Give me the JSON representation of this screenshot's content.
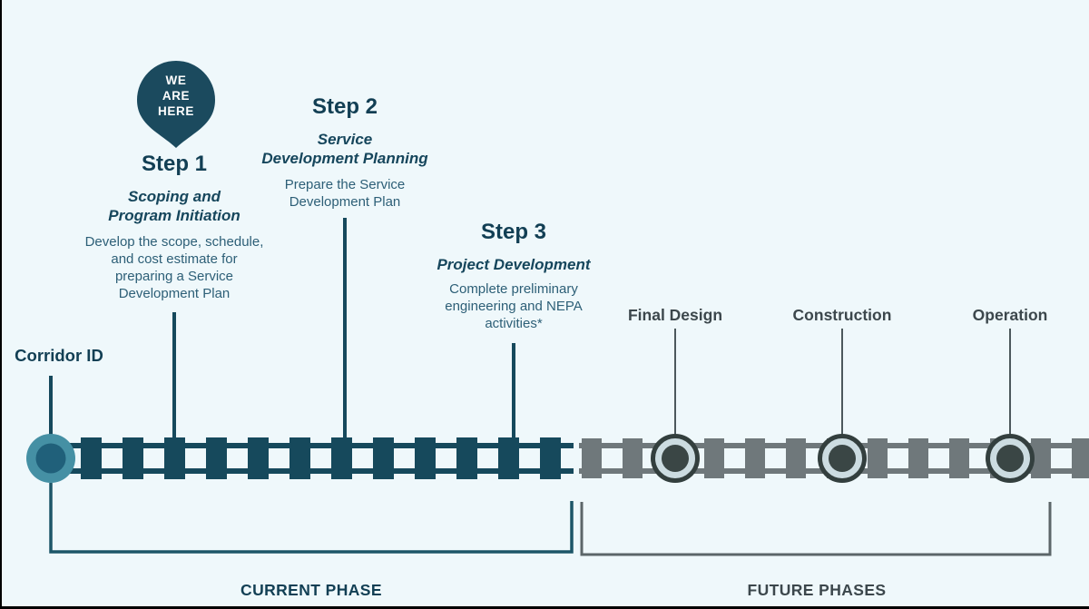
{
  "marker": {
    "label": "WE\nARE\nHERE",
    "color": "#1b4a5e",
    "text_color": "#ffffff"
  },
  "corridor": {
    "label": "Corridor ID"
  },
  "steps": [
    {
      "title": "Step 1",
      "subtitle": "Scoping and\nProgram Initiation",
      "description": "Develop the scope, schedule,\nand cost estimate for\npreparing a Service\nDevelopment Plan"
    },
    {
      "title": "Step 2",
      "subtitle": "Service\nDevelopment Planning",
      "description": "Prepare the Service\nDevelopment Plan"
    },
    {
      "title": "Step 3",
      "subtitle": "Project Development",
      "description": "Complete preliminary\nengineering and NEPA\nactivities*"
    }
  ],
  "future_milestones": [
    {
      "label": "Final Design"
    },
    {
      "label": "Construction"
    },
    {
      "label": "Operation"
    }
  ],
  "phases": {
    "current": "CURRENT PHASE",
    "future": "FUTURE PHASES"
  },
  "colors": {
    "background": "#eff8fb",
    "current_track": "#16495c",
    "future_track": "#6f787b",
    "corridor_node_ring": "#4590a4",
    "corridor_node_center": "#20607a",
    "future_node_ring": "#333f3e",
    "future_node_fill": "#ccdce1",
    "future_node_center": "#3a4645",
    "heading_text": "#123f54",
    "body_text": "#2d5f77",
    "future_label_text": "#3c474c",
    "current_bracket": "#1d5668",
    "future_bracket": "#5c6669",
    "marker_pin": "#1b4a5e"
  }
}
